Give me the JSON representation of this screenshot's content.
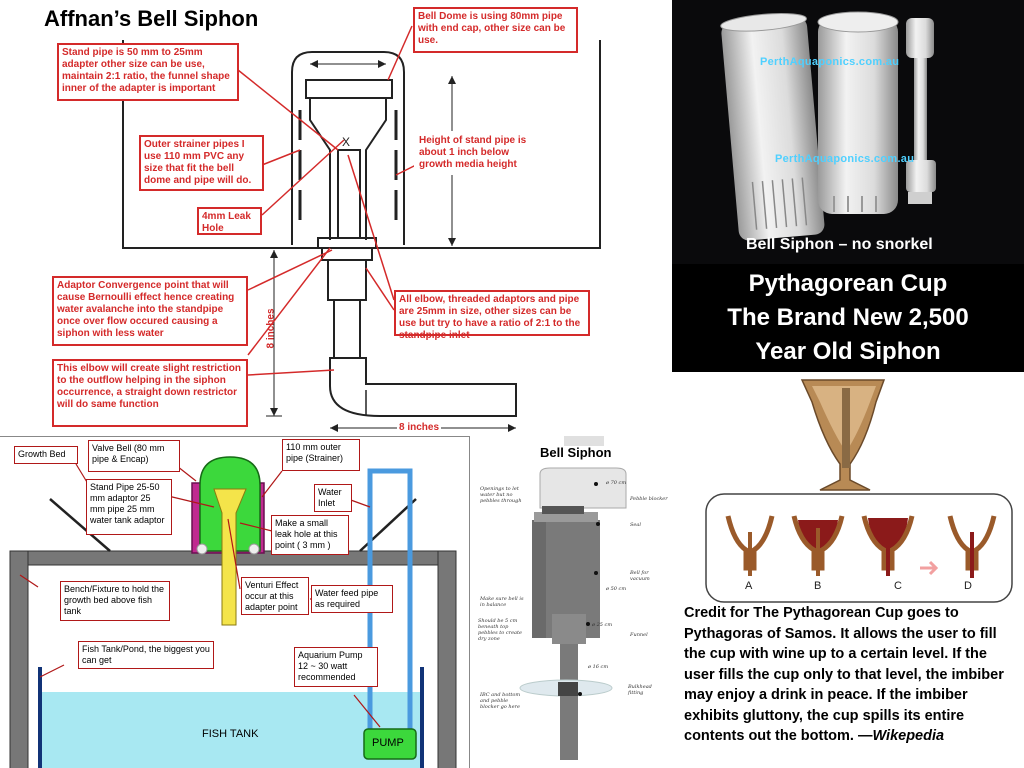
{
  "top_left": {
    "title": "Affnan’s Bell Siphon",
    "notes": {
      "bell_dome": "Bell Dome is using 80mm pipe with end cap, other size can be use.",
      "stand_pipe": "Stand pipe is 50 mm to 25mm adapter other size can be use, maintain 2:1 ratio, the funnel shape inner of the adapter is important",
      "outer_strainer": "Outer strainer pipes I use 110 mm PVC any size that fit the bell dome and pipe will do.",
      "height": "Height of stand pipe is about 1 inch below growth media height",
      "leak_hole": "4mm Leak Hole",
      "adaptor": "Adaptor Convergence point that will cause Bernoulli effect hence creating water avalanche into the standpipe once over flow occured causing a siphon with less water",
      "elbows": "All elbow, threaded adaptors and pipe are 25mm in size, other sizes can be use but try to have a ratio of 2:1 to the standpipe inlet",
      "elbow_restriction": "This elbow will create slight restriction to the outflow helping in the siphon occurrence, a straight down restrictor will do same function"
    },
    "marks": {
      "x": "X",
      "vertical_dim": "8 inches",
      "horizontal_dim": "8 inches"
    }
  },
  "top_right": {
    "watermark_1": "PerthAquaponics.com.au",
    "watermark_2": "PerthAquaponics.com.au",
    "caption": "Bell Siphon – no snorkel"
  },
  "pythagorean": {
    "title_line1": "Pythagorean Cup",
    "title_line2": "The Brand New 2,500",
    "title_line3": "Year Old Siphon",
    "cup_labels": [
      "A",
      "B",
      "C",
      "D"
    ],
    "credit_text": "Credit for The Pythagorean Cup goes to Pythagoras of Samos. It  allows the user to fill the cup with wine up to a certain level. If the user fills the cup only to that level, the imbiber may enjoy a drink in peace. If the imbiber exhibits gluttony, the cup spills its entire contents out the bottom.  —",
    "credit_source": "Wikepedia"
  },
  "bottom_left": {
    "labels": {
      "growth_bed": "Growth Bed",
      "valve_bell": "Valve Bell (80 mm pipe & Encap)",
      "outer_pipe": "110 mm outer pipe (Strainer)",
      "water_inlet": "Water Inlet",
      "stand_pipe": "Stand Pipe 25-50 mm adaptor 25 mm pipe 25 mm water tank     adaptor",
      "leak_hole": "Make a small leak hole at this point ( 3 mm )",
      "bench": "Bench/Fixture to hold the growth bed above fish tank",
      "venturi": "Venturi Effect occur at this adapter point",
      "feed_pipe": "Water feed pipe as required",
      "fish_tank_label": "Fish Tank/Pond, the biggest you can get",
      "pump_label": "Aquarium Pump 12 ~ 30 watt recommended",
      "fish_tank": "FISH TANK",
      "pump": "PUMP"
    }
  },
  "bottom_middle": {
    "title": "Bell Siphon",
    "labels": {
      "openings": "Openings to let water but no pebbles through",
      "pebble_blocker": "Pebble blocker",
      "seal": "Seal",
      "bell_vacuum": "Bell for vacuum",
      "make_sure": "Make sure bell is in balance",
      "should_be": "Should be 5 cm beneath top pebbles to create dry zone",
      "funnel": "Funnel",
      "bulkhead": "Bulkhead fitting",
      "ibc": "IBC and bottom and pebble blocker go here",
      "d70": "ø 70 cm",
      "d50": "ø 50 cm",
      "d25": "ø 25 cm",
      "d16": "ø 16 cm"
    }
  }
}
